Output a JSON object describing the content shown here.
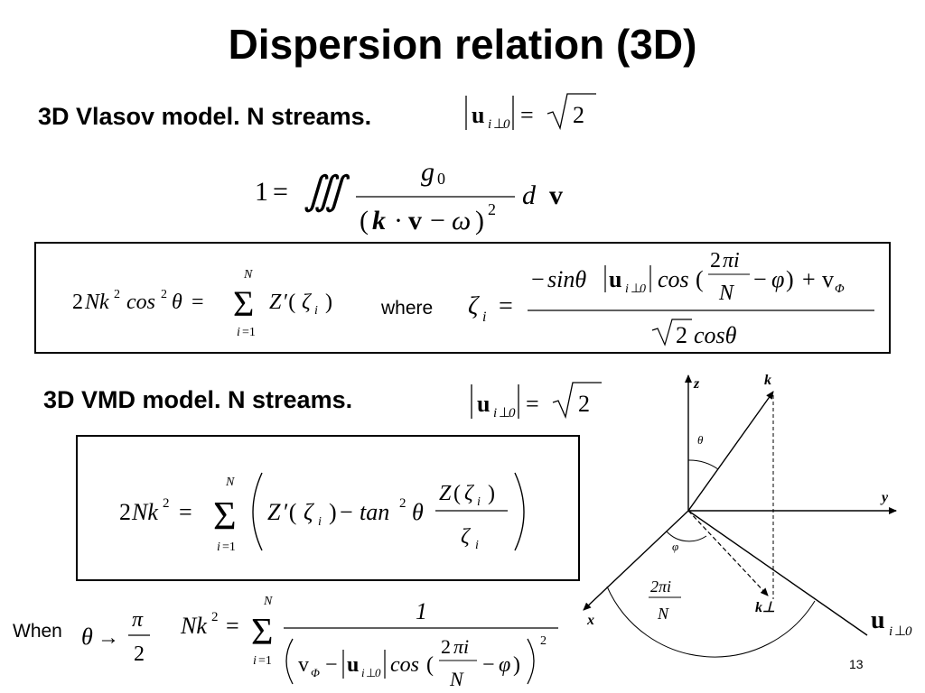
{
  "slide": {
    "title": "Dispersion relation (3D)",
    "page_number": "13"
  },
  "section_vlasov": {
    "heading": "3D Vlasov model. N streams.",
    "condition": "|u_{i⊥0}| = √2",
    "integral_equation": "1 = ∭ g0 / (k·v − ω)^2 d v",
    "boxed_equation": "2Nk^2 cos^2 θ = Σ_{i=1}^{N} Z′(ζ_i)",
    "where_label": "where",
    "zeta_definition": "ζ_i = ( −sinθ |u_{i⊥0}| cos(2πi/N − φ) + v_Φ ) / ( √2 cosθ )"
  },
  "section_vmd": {
    "heading": "3D VMD model. N streams.",
    "condition": "|u_{i⊥0}| = √2",
    "boxed_equation": "2Nk^2 = Σ_{i=1}^{N} ( Z′(ζ_i) − tan^2 θ Z(ζ_i)/ζ_i )"
  },
  "limit": {
    "when_label": "When",
    "condition": "θ → π/2",
    "equation": "Nk^2 = Σ_{i=1}^{N} 1 / ( v_Φ − |u_{i⊥0}| cos(2πi/N − φ) )^2"
  },
  "diagram": {
    "axis_z": "z",
    "axis_y": "y",
    "axis_x": "x",
    "vector_k": "k",
    "vector_k_perp": "k⊥",
    "vector_u": "u_{i⊥0}",
    "angle_theta": "θ",
    "angle_phi": "φ",
    "angle_2pi_i_over_N": "2πi/N"
  }
}
